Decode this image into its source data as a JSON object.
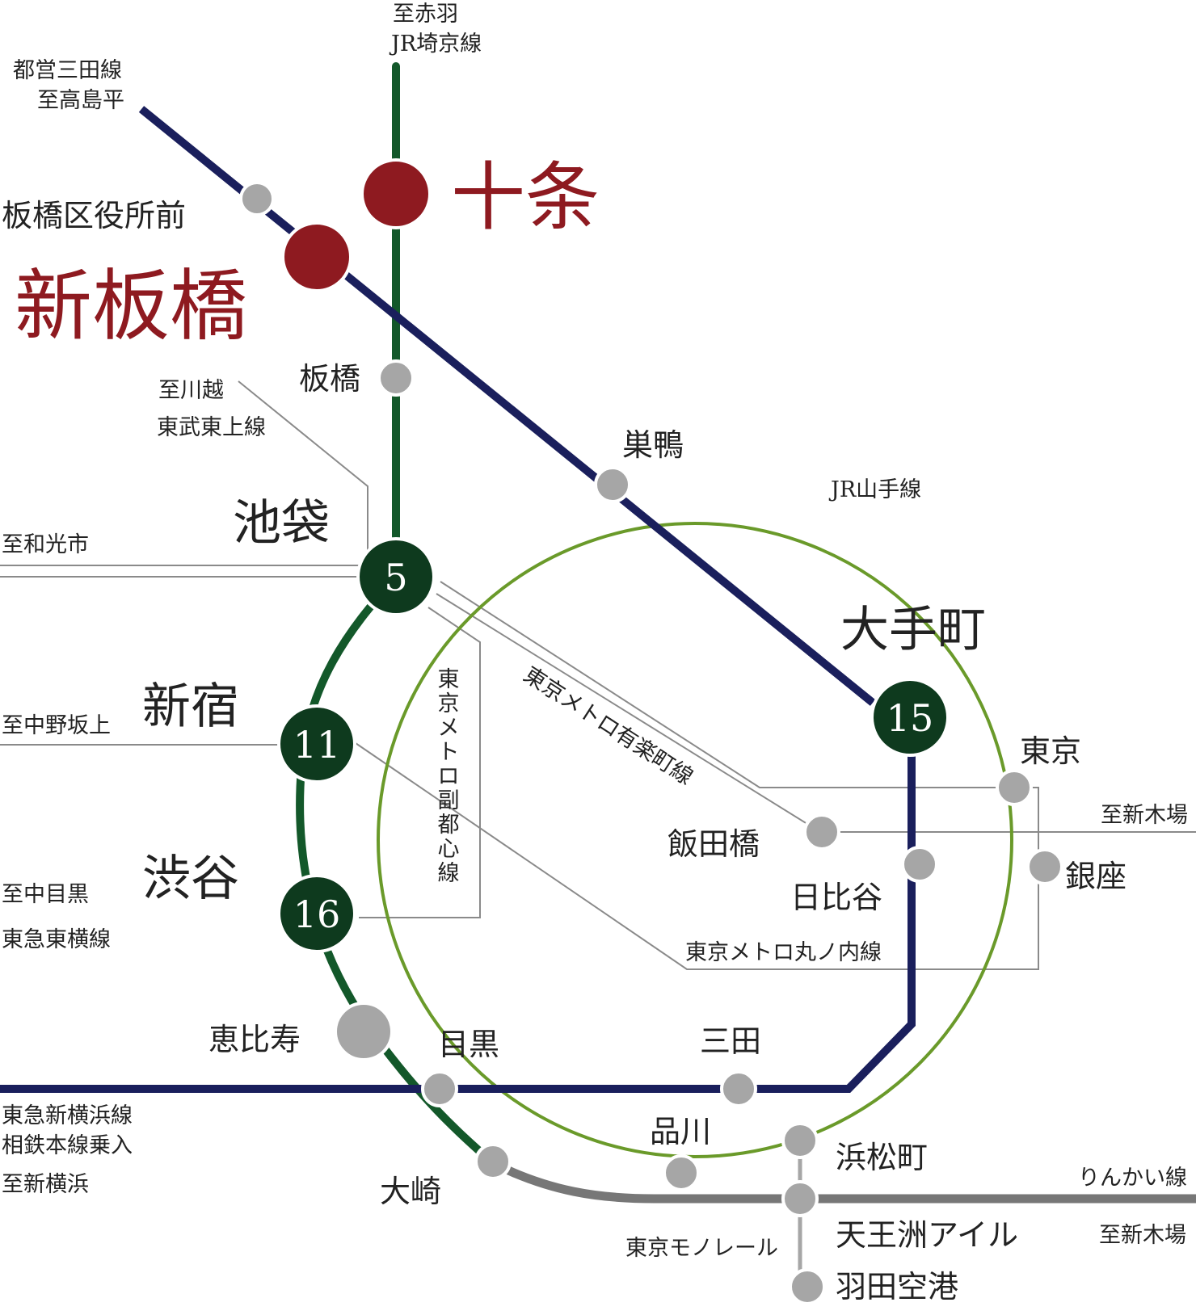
{
  "colors": {
    "mita_line": "#1a1f5c",
    "saikyo_line": "#13582a",
    "yamanote_line": "#6a9a2a",
    "rinkai_line": "#777777",
    "hub_station": "#0e3a1e",
    "highlight_station": "#8e1a20",
    "minor_station": "#a6a6a6"
  },
  "labels": {
    "mita_to": "都営三田線",
    "mita_dest": "至高島平",
    "saikyo_dest": "至赤羽",
    "saikyo_line": "JR埼京線",
    "itabashi_kuyakusho": "板橋区役所前",
    "shin_itabashi": "新板橋",
    "jujo": "十条",
    "itabashi": "板橋",
    "kawagoe_dest": "至川越",
    "tobu_tojo": "東武東上線",
    "sugamo": "巣鴨",
    "yamanote": "JR山手線",
    "wako_dest": "至和光市",
    "ikebukuro": "池袋",
    "ikebukuro_min": "5",
    "otemachi": "大手町",
    "otemachi_min": "15",
    "fukutoshin": "東京メトロ副都心線",
    "yurakucho": "東京メトロ有楽町線",
    "shinjuku": "新宿",
    "shinjuku_min": "11",
    "nakanosakaue_dest": "至中野坂上",
    "tokyo": "東京",
    "shinkiba_dest1": "至新木場",
    "iidabashi": "飯田橋",
    "hibiya": "日比谷",
    "ginza": "銀座",
    "shibuya": "渋谷",
    "shibuya_min": "16",
    "nakameguro_dest": "至中目黒",
    "toyoko": "東急東横線",
    "marunouchi": "東京メトロ丸ノ内線",
    "ebisu": "恵比寿",
    "meguro": "目黒",
    "mita": "三田",
    "shin_yokohama_line": "東急新横浜線",
    "sotetsu": "相鉄本線乗入",
    "shin_yokohama_dest": "至新横浜",
    "shinagawa": "品川",
    "hamamatsucho": "浜松町",
    "osaki": "大崎",
    "rinkai": "りんかい線",
    "tennozu": "天王洲アイル",
    "shinkiba_dest2": "至新木場",
    "monorail": "東京モノレール",
    "haneda": "羽田空港"
  }
}
